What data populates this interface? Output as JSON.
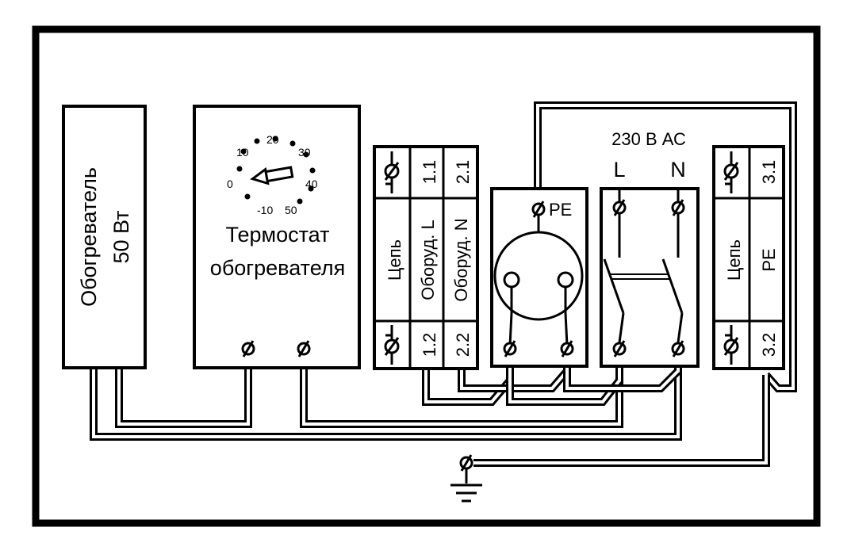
{
  "heater": {
    "title": "Обогреватель",
    "power": "50 Вт"
  },
  "thermostat": {
    "title": "Термостат",
    "subtitle": "обогревателя",
    "dial_scale": [
      "-10",
      "0",
      "10",
      "20",
      "30",
      "40",
      "50"
    ]
  },
  "terminal_block_1": {
    "top_labels": [
      "1.1",
      "2.1"
    ],
    "middle_labels": [
      "Цепь",
      "Оборуд. L",
      "Оборуд. N"
    ],
    "bottom_labels": [
      "1.2",
      "2.2"
    ]
  },
  "socket": {
    "pe_label": "PE"
  },
  "supply": {
    "voltage": "230 В АС",
    "line_label": "L",
    "neutral_label": "N"
  },
  "terminal_block_2": {
    "top_label": "3.1",
    "middle_labels": [
      "Цепь",
      "PE"
    ],
    "bottom_label": "3.2"
  }
}
